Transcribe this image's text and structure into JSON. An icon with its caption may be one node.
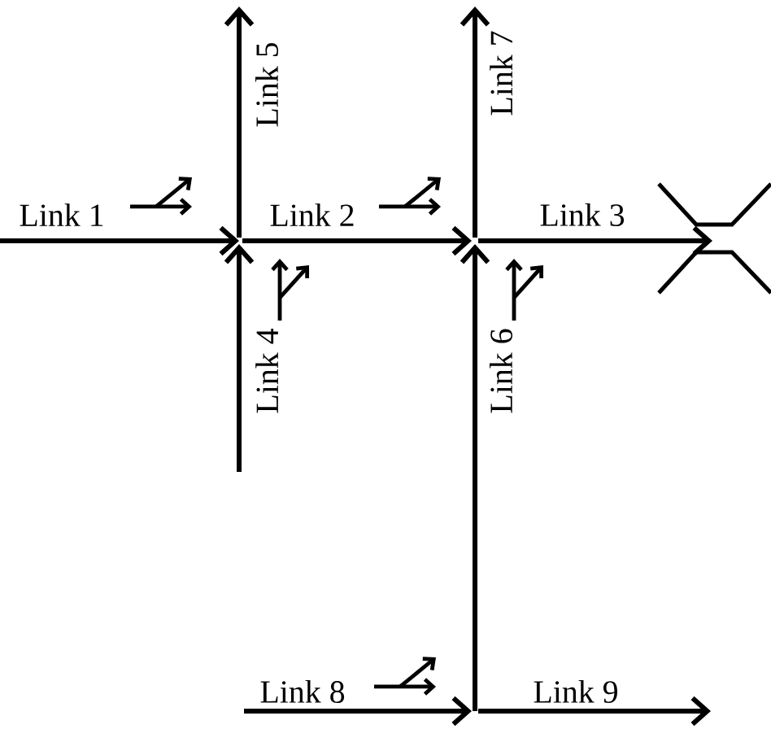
{
  "diagram": {
    "labels": [
      "Link 1",
      "Link 2",
      "Link 3",
      "Link 4",
      "Link 5",
      "Link 6",
      "Link 7",
      "Link 8",
      "Link 9"
    ]
  }
}
